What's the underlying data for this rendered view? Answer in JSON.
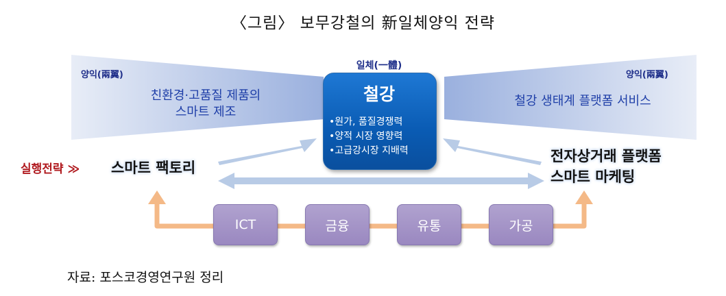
{
  "title": "〈그림〉 보무강철의 新일체양익 전략",
  "left_wing": {
    "label": "양익(兩翼)",
    "lines": [
      "친환경·고품질 제품의",
      "스마트 제조"
    ]
  },
  "right_wing": {
    "label": "양익(兩翼)",
    "text": "철강 생태계 플랫폼 서비스"
  },
  "center": {
    "label": "일체(一體)",
    "title": "철강",
    "items": [
      "•원가, 품질경쟁력",
      "•양적 시장 영향력",
      "•고급강시장 지배력"
    ]
  },
  "execution": {
    "label": "실행전략 ≫",
    "left": "스마트 팩토리",
    "right_lines": [
      "전자상거래 플랫폼",
      "스마트 마케팅"
    ]
  },
  "bottom_items": [
    "ICT",
    "금융",
    "유통",
    "가공"
  ],
  "source": "자료: 포스코경영연구원 정리",
  "colors": {
    "wing": "#9fb4df",
    "center": "#0a5bb3",
    "arrow_blue": "#b8cbe6",
    "arrow_orange": "#f4b987",
    "box": "#a898c9"
  }
}
